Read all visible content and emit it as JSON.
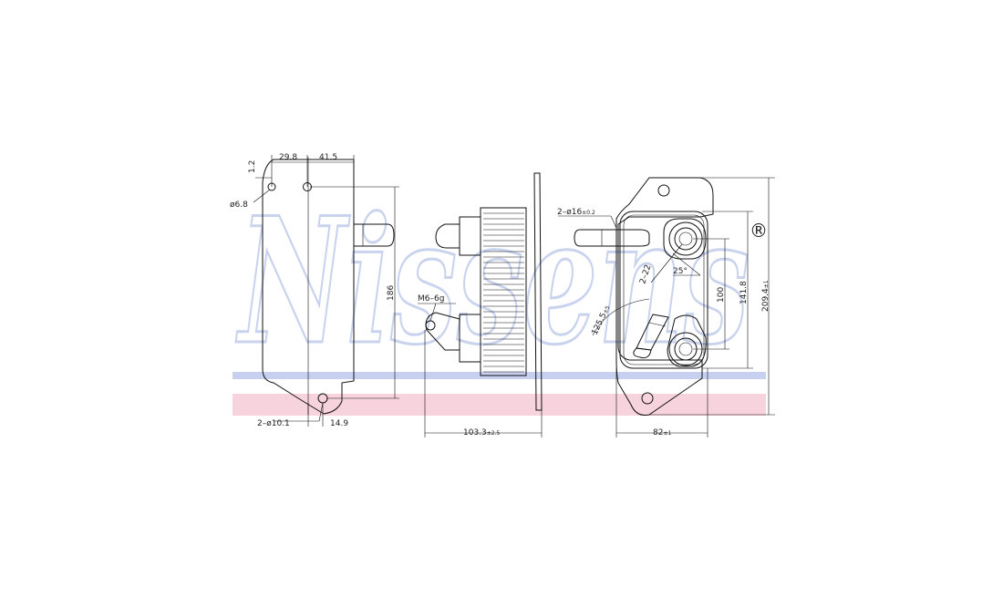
{
  "watermark": {
    "brand": "Nissens",
    "registered_mark": "®",
    "band_blue": "#c7d0ee",
    "band_pink": "#f7d3dd"
  },
  "view_left": {
    "dim_top_1": "29.8",
    "dim_top_2": "41.5",
    "dim_small_gap": "1.2",
    "hole_diameter": "ø6.8",
    "height": "186",
    "bottom_holes": "2–ø10.1",
    "bottom_offset": "14.9"
  },
  "view_middle": {
    "thread": "M6–6g",
    "depth": "103.3",
    "depth_tol": "±2.5"
  },
  "view_right": {
    "pipe": "2–ø16",
    "pipe_tol": "±0.2",
    "ports": "2–22",
    "angle": "25°",
    "radius": "125.5",
    "radius_tol": "±5",
    "center_spacing": "100",
    "inner_height": "141.8",
    "height": "209.4",
    "height_tol": "±1",
    "width": "82",
    "width_tol": "±1"
  }
}
